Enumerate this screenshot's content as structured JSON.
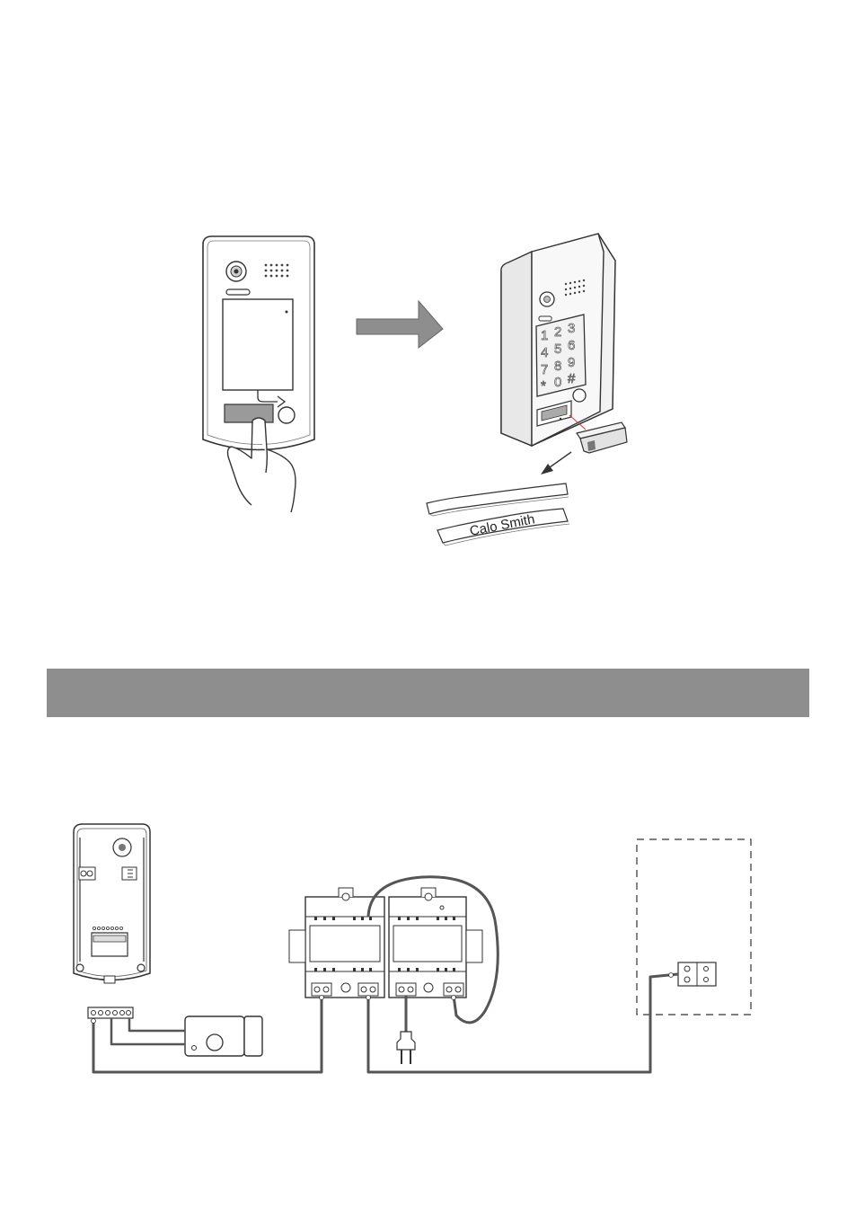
{
  "illustration": {
    "nameplate_text": "Calo Smith",
    "keypad_keys": [
      "1",
      "2",
      "3",
      "4",
      "5",
      "6",
      "7",
      "8",
      "9",
      "*",
      "0",
      "#"
    ]
  },
  "colors": {
    "section_bar": "#8e8e8e",
    "outline": "#333333",
    "wire": "#555555",
    "panel_fill": "#e6e6e6"
  }
}
